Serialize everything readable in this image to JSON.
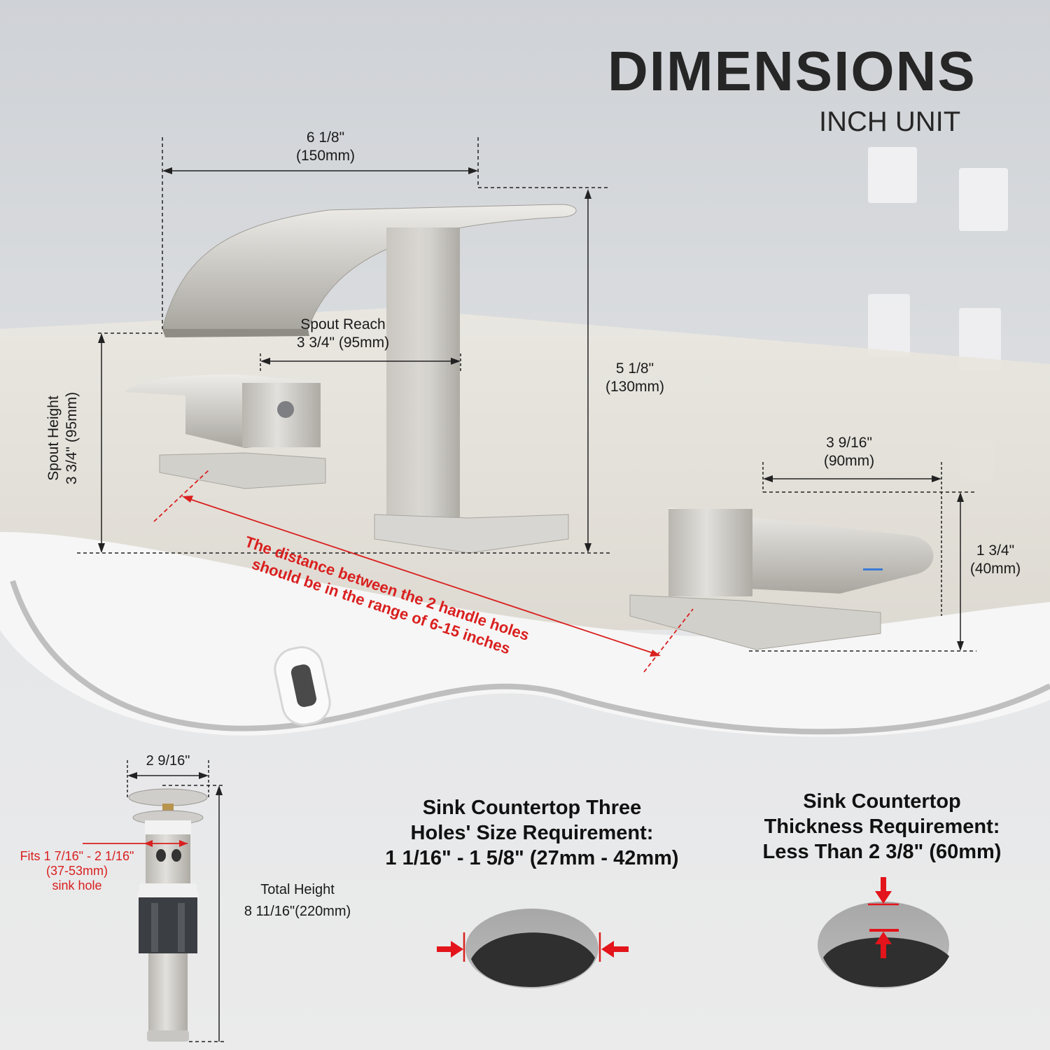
{
  "header": {
    "title": "DIMENSIONS",
    "subtitle": "INCH UNIT"
  },
  "faucet_dimensions": {
    "spout_length": {
      "inch": "6 1/8\"",
      "mm": "(150mm)"
    },
    "spout_reach": {
      "label": "Spout Reach",
      "value": "3 3/4\" (95mm)"
    },
    "spout_height": {
      "label": "Spout Height",
      "value": "3 3/4\" (95mm)"
    },
    "faucet_height": {
      "inch": "5 1/8\"",
      "mm": "(130mm)"
    },
    "handle_length": {
      "inch": "3 9/16\"",
      "mm": "(90mm)"
    },
    "handle_height": {
      "inch": "1 3/4\"",
      "mm": "(40mm)"
    },
    "handle_distance_note": {
      "line1": "The distance between the 2 handle holes",
      "line2": "should be in the range of 6-15 inches"
    }
  },
  "drain": {
    "top_diameter": "2 9/16\"",
    "fit_note": {
      "line1": "Fits 1 7/16\" - 2 1/16\"",
      "line2": "(37-53mm)",
      "line3": "sink hole"
    },
    "total_height": {
      "label": "Total Height",
      "value": "8 11/16\"(220mm)"
    }
  },
  "requirements": {
    "hole_size": {
      "line1": "Sink Countertop Three",
      "line2": "Holes' Size Requirement:",
      "line3": "1 1/16\" - 1 5/8\" (27mm - 42mm)"
    },
    "thickness": {
      "line1": "Sink Countertop",
      "line2": "Thickness Requirement:",
      "line3": "Less Than 2 3/8\" (60mm)"
    }
  },
  "colors": {
    "accent_red": "#d9201f",
    "text_dark": "#1a1a1a",
    "brushed_nickel": "#c9c7c2"
  }
}
